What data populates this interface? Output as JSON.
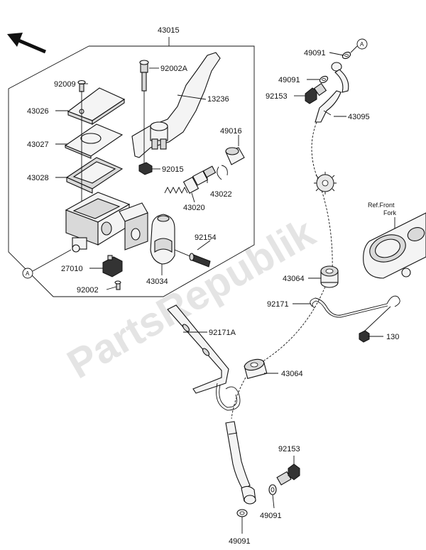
{
  "watermark": "PartsRepublik",
  "reference_note": {
    "line1": "Ref.Front",
    "line2": "Fork"
  },
  "reference_marker": "A",
  "callouts": {
    "p43015": "43015",
    "p92009": "92009",
    "p92002A": "92002A",
    "p13236": "13236",
    "p43026": "43026",
    "p43027": "43027",
    "p49016": "49016",
    "p43028": "43028",
    "p92015": "92015",
    "p43022": "43022",
    "p43020": "43020",
    "p92154": "92154",
    "p27010": "27010",
    "p43034": "43034",
    "p92002": "92002",
    "p49091_top1": "49091",
    "p49091_top2": "49091",
    "p92153_top": "92153",
    "p43095": "43095",
    "p43064_top": "43064",
    "p92171": "92171",
    "p130": "130",
    "p92171A": "92171A",
    "p43064_bot": "43064",
    "p92153_bot": "92153",
    "p49091_bot1": "49091",
    "p49091_bot2": "49091"
  }
}
